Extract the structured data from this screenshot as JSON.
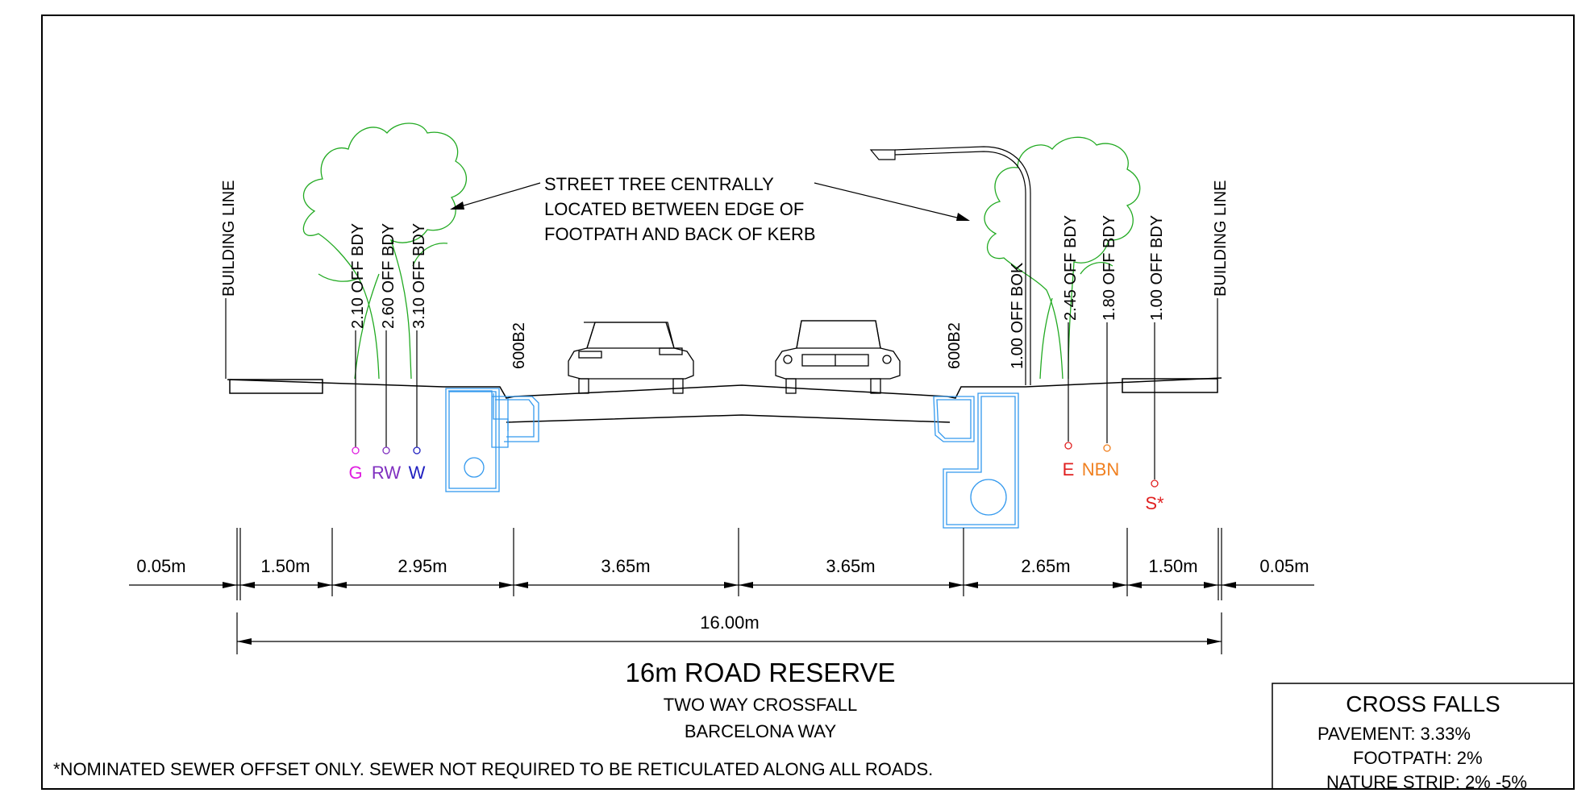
{
  "title": "16m ROAD RESERVE",
  "subtitle_1": "TWO WAY CROSSFALL",
  "subtitle_2": "BARCELONA WAY",
  "footnote": "*NOMINATED SEWER OFFSET ONLY. SEWER NOT REQUIRED TO BE RETICULATED ALONG ALL ROADS.",
  "callout": {
    "line1": "STREET TREE CENTRALLY",
    "line2": "LOCATED BETWEEN EDGE OF",
    "line3": "FOOTPATH AND BACK OF KERB"
  },
  "vertical_labels": {
    "building_line_left": "BUILDING LINE",
    "building_line_right": "BUILDING LINE",
    "g_offset": "2.10 OFF BDY",
    "rw_offset": "2.60 OFF BDY",
    "w_offset": "3.10 OFF BDY",
    "kerb_left": "600B2",
    "kerb_right": "600B2",
    "light_offset": "1.00 OFF BOK",
    "e_offset": "2.45 OFF BDY",
    "nbn_offset": "1.80 OFF BDY",
    "s_offset": "1.00 OFF BDY"
  },
  "services": [
    {
      "code": "G",
      "color": "#e020e0"
    },
    {
      "code": "RW",
      "color": "#8030c0"
    },
    {
      "code": "W",
      "color": "#2020c0"
    },
    {
      "code": "E",
      "color": "#e02020"
    },
    {
      "code": "NBN",
      "color": "#f08020"
    },
    {
      "code": "S*",
      "color": "#e02020"
    }
  ],
  "dimensions": [
    "0.05m",
    "1.50m",
    "2.95m",
    "3.65m",
    "3.65m",
    "2.65m",
    "1.50m",
    "0.05m"
  ],
  "total_dimension": "16.00m",
  "cross_falls": {
    "heading": "CROSS FALLS",
    "pavement": "PAVEMENT: 3.33%",
    "footpath": "FOOTPATH: 2%",
    "nature_strip": "NATURE STRIP: 2% -5%"
  },
  "colors": {
    "linework": "#000000",
    "tree": "#22aa22",
    "drainage": "#3399ee"
  }
}
